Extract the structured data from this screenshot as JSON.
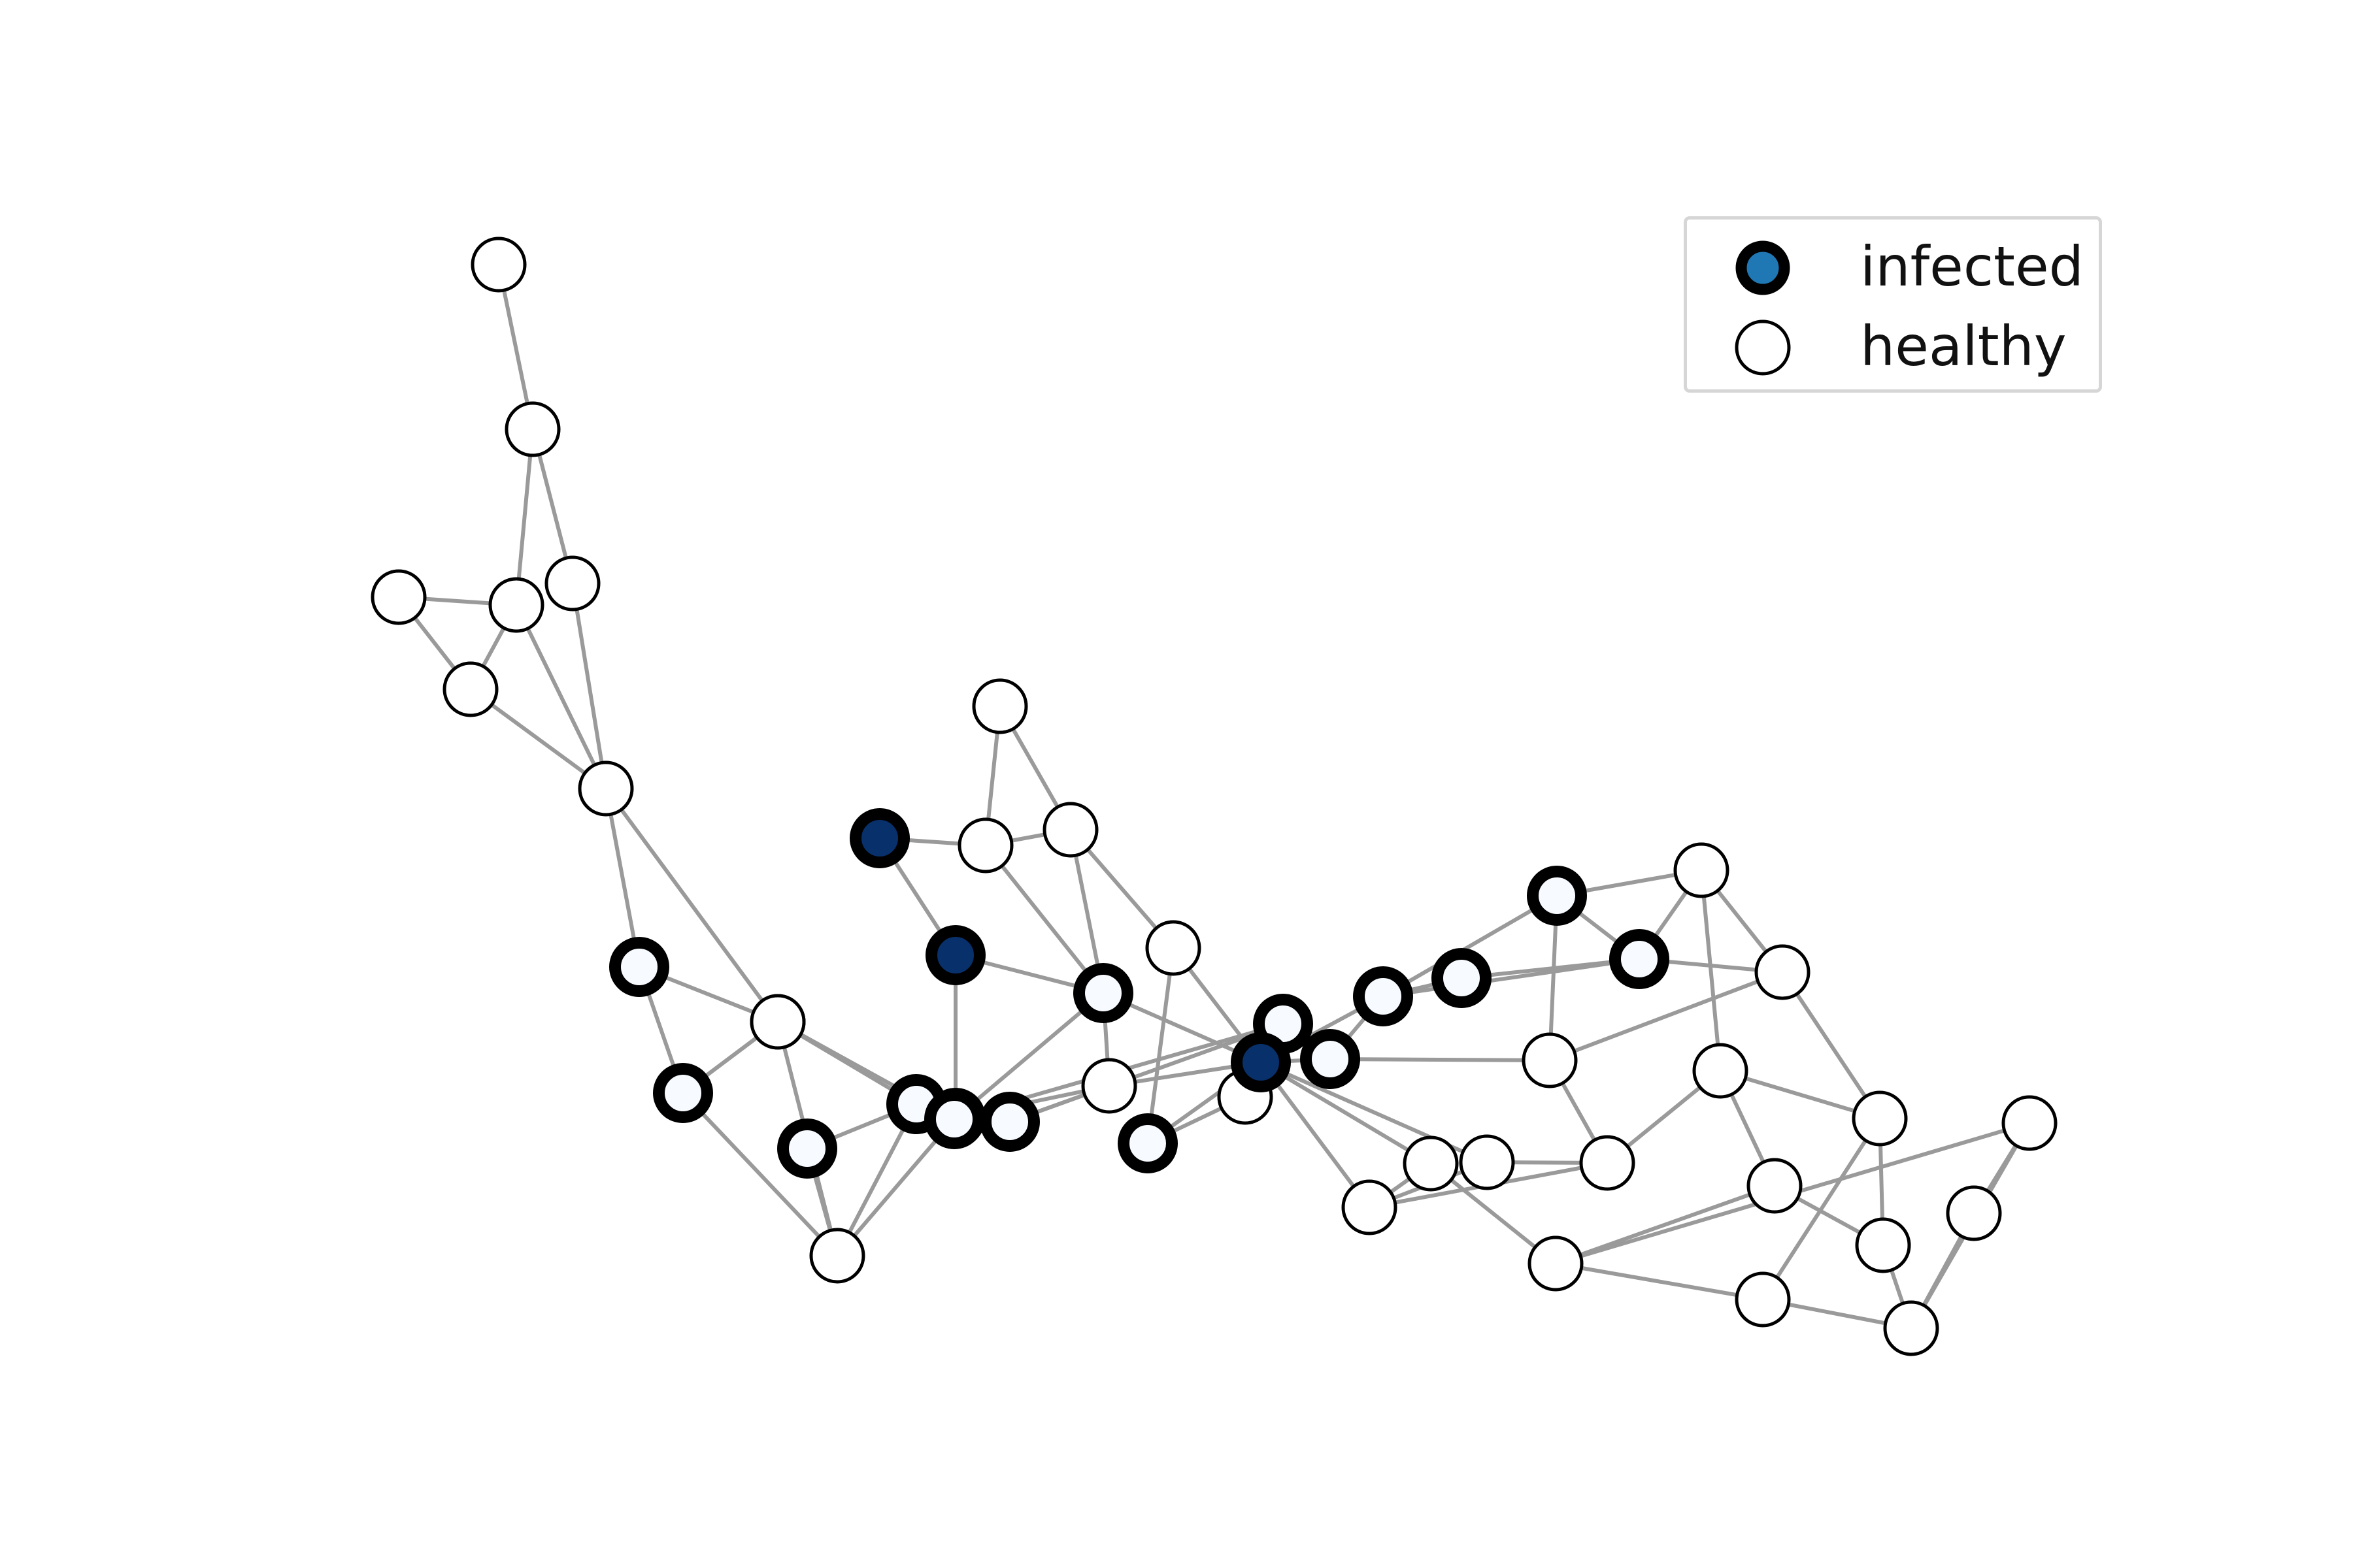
{
  "legend": {
    "items": [
      {
        "label": "infected",
        "fill": "#1f77b4",
        "stroke": "#000000",
        "stroke_style": "thick"
      },
      {
        "label": "healthy",
        "fill": "#ffffff",
        "stroke": "#000000",
        "stroke_style": "thin"
      }
    ]
  },
  "colors": {
    "edge": "#9a9a9a",
    "infected_fill": "#08306b",
    "healthy_fill": "#ffffff",
    "at_risk_fill": "#f7fbff",
    "node_stroke": "#000000"
  },
  "graph": {
    "nodes": [
      {
        "id": "n1",
        "state": "healthy"
      },
      {
        "id": "n2",
        "state": "healthy"
      },
      {
        "id": "n3",
        "state": "healthy"
      },
      {
        "id": "n4",
        "state": "healthy"
      },
      {
        "id": "n5",
        "state": "healthy"
      },
      {
        "id": "n6",
        "state": "healthy"
      },
      {
        "id": "n7",
        "state": "healthy"
      },
      {
        "id": "n8",
        "state": "healthy"
      },
      {
        "id": "n9",
        "state": "healthy"
      },
      {
        "id": "n10",
        "state": "healthy"
      },
      {
        "id": "n11",
        "state": "infected"
      },
      {
        "id": "n12",
        "state": "infected"
      },
      {
        "id": "n13",
        "state": "at-risk"
      },
      {
        "id": "n14",
        "state": "healthy"
      },
      {
        "id": "n15",
        "state": "at-risk"
      },
      {
        "id": "n16",
        "state": "healthy"
      },
      {
        "id": "n17",
        "state": "healthy"
      },
      {
        "id": "n18",
        "state": "at-risk"
      },
      {
        "id": "n19",
        "state": "at-risk"
      },
      {
        "id": "n20",
        "state": "healthy"
      },
      {
        "id": "n21",
        "state": "at-risk"
      },
      {
        "id": "n22",
        "state": "at-risk"
      },
      {
        "id": "n23",
        "state": "at-risk"
      },
      {
        "id": "n24",
        "state": "at-risk"
      },
      {
        "id": "n25",
        "state": "healthy"
      },
      {
        "id": "n26",
        "state": "at-risk"
      },
      {
        "id": "n27",
        "state": "healthy"
      },
      {
        "id": "n28",
        "state": "infected"
      },
      {
        "id": "n29",
        "state": "healthy"
      },
      {
        "id": "n30",
        "state": "at-risk"
      },
      {
        "id": "n31",
        "state": "at-risk"
      },
      {
        "id": "n32",
        "state": "at-risk"
      },
      {
        "id": "n33",
        "state": "at-risk"
      },
      {
        "id": "n34",
        "state": "at-risk"
      },
      {
        "id": "n35",
        "state": "at-risk"
      },
      {
        "id": "n36",
        "state": "healthy"
      },
      {
        "id": "n37",
        "state": "healthy"
      },
      {
        "id": "n38",
        "state": "healthy"
      },
      {
        "id": "n39",
        "state": "healthy"
      },
      {
        "id": "n40",
        "state": "healthy"
      },
      {
        "id": "n41",
        "state": "healthy"
      },
      {
        "id": "n42",
        "state": "healthy"
      },
      {
        "id": "n43",
        "state": "healthy"
      },
      {
        "id": "n44",
        "state": "healthy"
      },
      {
        "id": "n45",
        "state": "healthy"
      },
      {
        "id": "n46",
        "state": "healthy"
      },
      {
        "id": "n47",
        "state": "healthy"
      },
      {
        "id": "n48",
        "state": "healthy"
      },
      {
        "id": "n49",
        "state": "healthy"
      },
      {
        "id": "n50",
        "state": "healthy"
      },
      {
        "id": "n51",
        "state": "healthy"
      }
    ],
    "edges": [
      [
        "n1",
        "n2"
      ],
      [
        "n2",
        "n4"
      ],
      [
        "n2",
        "n5"
      ],
      [
        "n3",
        "n4"
      ],
      [
        "n3",
        "n6"
      ],
      [
        "n4",
        "n6"
      ],
      [
        "n4",
        "n7"
      ],
      [
        "n5",
        "n7"
      ],
      [
        "n6",
        "n7"
      ],
      [
        "n7",
        "n15"
      ],
      [
        "n7",
        "n16"
      ],
      [
        "n15",
        "n16"
      ],
      [
        "n15",
        "n18"
      ],
      [
        "n16",
        "n18"
      ],
      [
        "n18",
        "n16"
      ],
      [
        "n16",
        "n20"
      ],
      [
        "n18",
        "n20"
      ],
      [
        "n16",
        "n21"
      ],
      [
        "n16",
        "n24"
      ],
      [
        "n19",
        "n20"
      ],
      [
        "n19",
        "n21"
      ],
      [
        "n20",
        "n24"
      ],
      [
        "n20",
        "n21"
      ],
      [
        "n21",
        "n22"
      ],
      [
        "n21",
        "n23"
      ],
      [
        "n22",
        "n24"
      ],
      [
        "n22",
        "n25"
      ],
      [
        "n22",
        "n27"
      ],
      [
        "n22",
        "n12"
      ],
      [
        "n12",
        "n11"
      ],
      [
        "n11",
        "n9"
      ],
      [
        "n12",
        "n13"
      ],
      [
        "n9",
        "n8"
      ],
      [
        "n9",
        "n10"
      ],
      [
        "n8",
        "n10"
      ],
      [
        "n9",
        "n13"
      ],
      [
        "n10",
        "n13"
      ],
      [
        "n10",
        "n14"
      ],
      [
        "n13",
        "n22"
      ],
      [
        "n13",
        "n25"
      ],
      [
        "n13",
        "n28"
      ],
      [
        "n14",
        "n28"
      ],
      [
        "n14",
        "n26"
      ],
      [
        "n25",
        "n23"
      ],
      [
        "n25",
        "n28"
      ],
      [
        "n23",
        "n30"
      ],
      [
        "n26",
        "n28"
      ],
      [
        "n30",
        "n28"
      ],
      [
        "n30",
        "n33"
      ],
      [
        "n33",
        "n28"
      ],
      [
        "n33",
        "n31"
      ],
      [
        "n31",
        "n32"
      ],
      [
        "n28",
        "n31"
      ],
      [
        "n28",
        "n29"
      ],
      [
        "n28",
        "n37"
      ],
      [
        "n28",
        "n38"
      ],
      [
        "n28",
        "n39"
      ],
      [
        "n31",
        "n35"
      ],
      [
        "n31",
        "n34"
      ],
      [
        "n32",
        "n35"
      ],
      [
        "n35",
        "n34"
      ],
      [
        "n34",
        "n36"
      ],
      [
        "n35",
        "n36"
      ],
      [
        "n35",
        "n42"
      ],
      [
        "n36",
        "n43"
      ],
      [
        "n36",
        "n42"
      ],
      [
        "n34",
        "n40"
      ],
      [
        "n40",
        "n41"
      ],
      [
        "n40",
        "n42"
      ],
      [
        "n41",
        "n37"
      ],
      [
        "n41",
        "n43"
      ],
      [
        "n42",
        "n44"
      ],
      [
        "n43",
        "n44"
      ],
      [
        "n43",
        "n45"
      ],
      [
        "n44",
        "n46"
      ],
      [
        "n44",
        "n48"
      ],
      [
        "n45",
        "n46"
      ],
      [
        "n45",
        "n47"
      ],
      [
        "n46",
        "n49"
      ],
      [
        "n47",
        "n48"
      ],
      [
        "n48",
        "n49"
      ],
      [
        "n49",
        "n50"
      ],
      [
        "n50",
        "n51"
      ],
      [
        "n49",
        "n51"
      ],
      [
        "n51",
        "n47"
      ],
      [
        "n39",
        "n47"
      ],
      [
        "n38",
        "n39"
      ],
      [
        "n38",
        "n41"
      ],
      [
        "n37",
        "n38"
      ],
      [
        "n33",
        "n40"
      ],
      [
        "n29",
        "n26"
      ],
      [
        "n22",
        "n30"
      ]
    ]
  }
}
